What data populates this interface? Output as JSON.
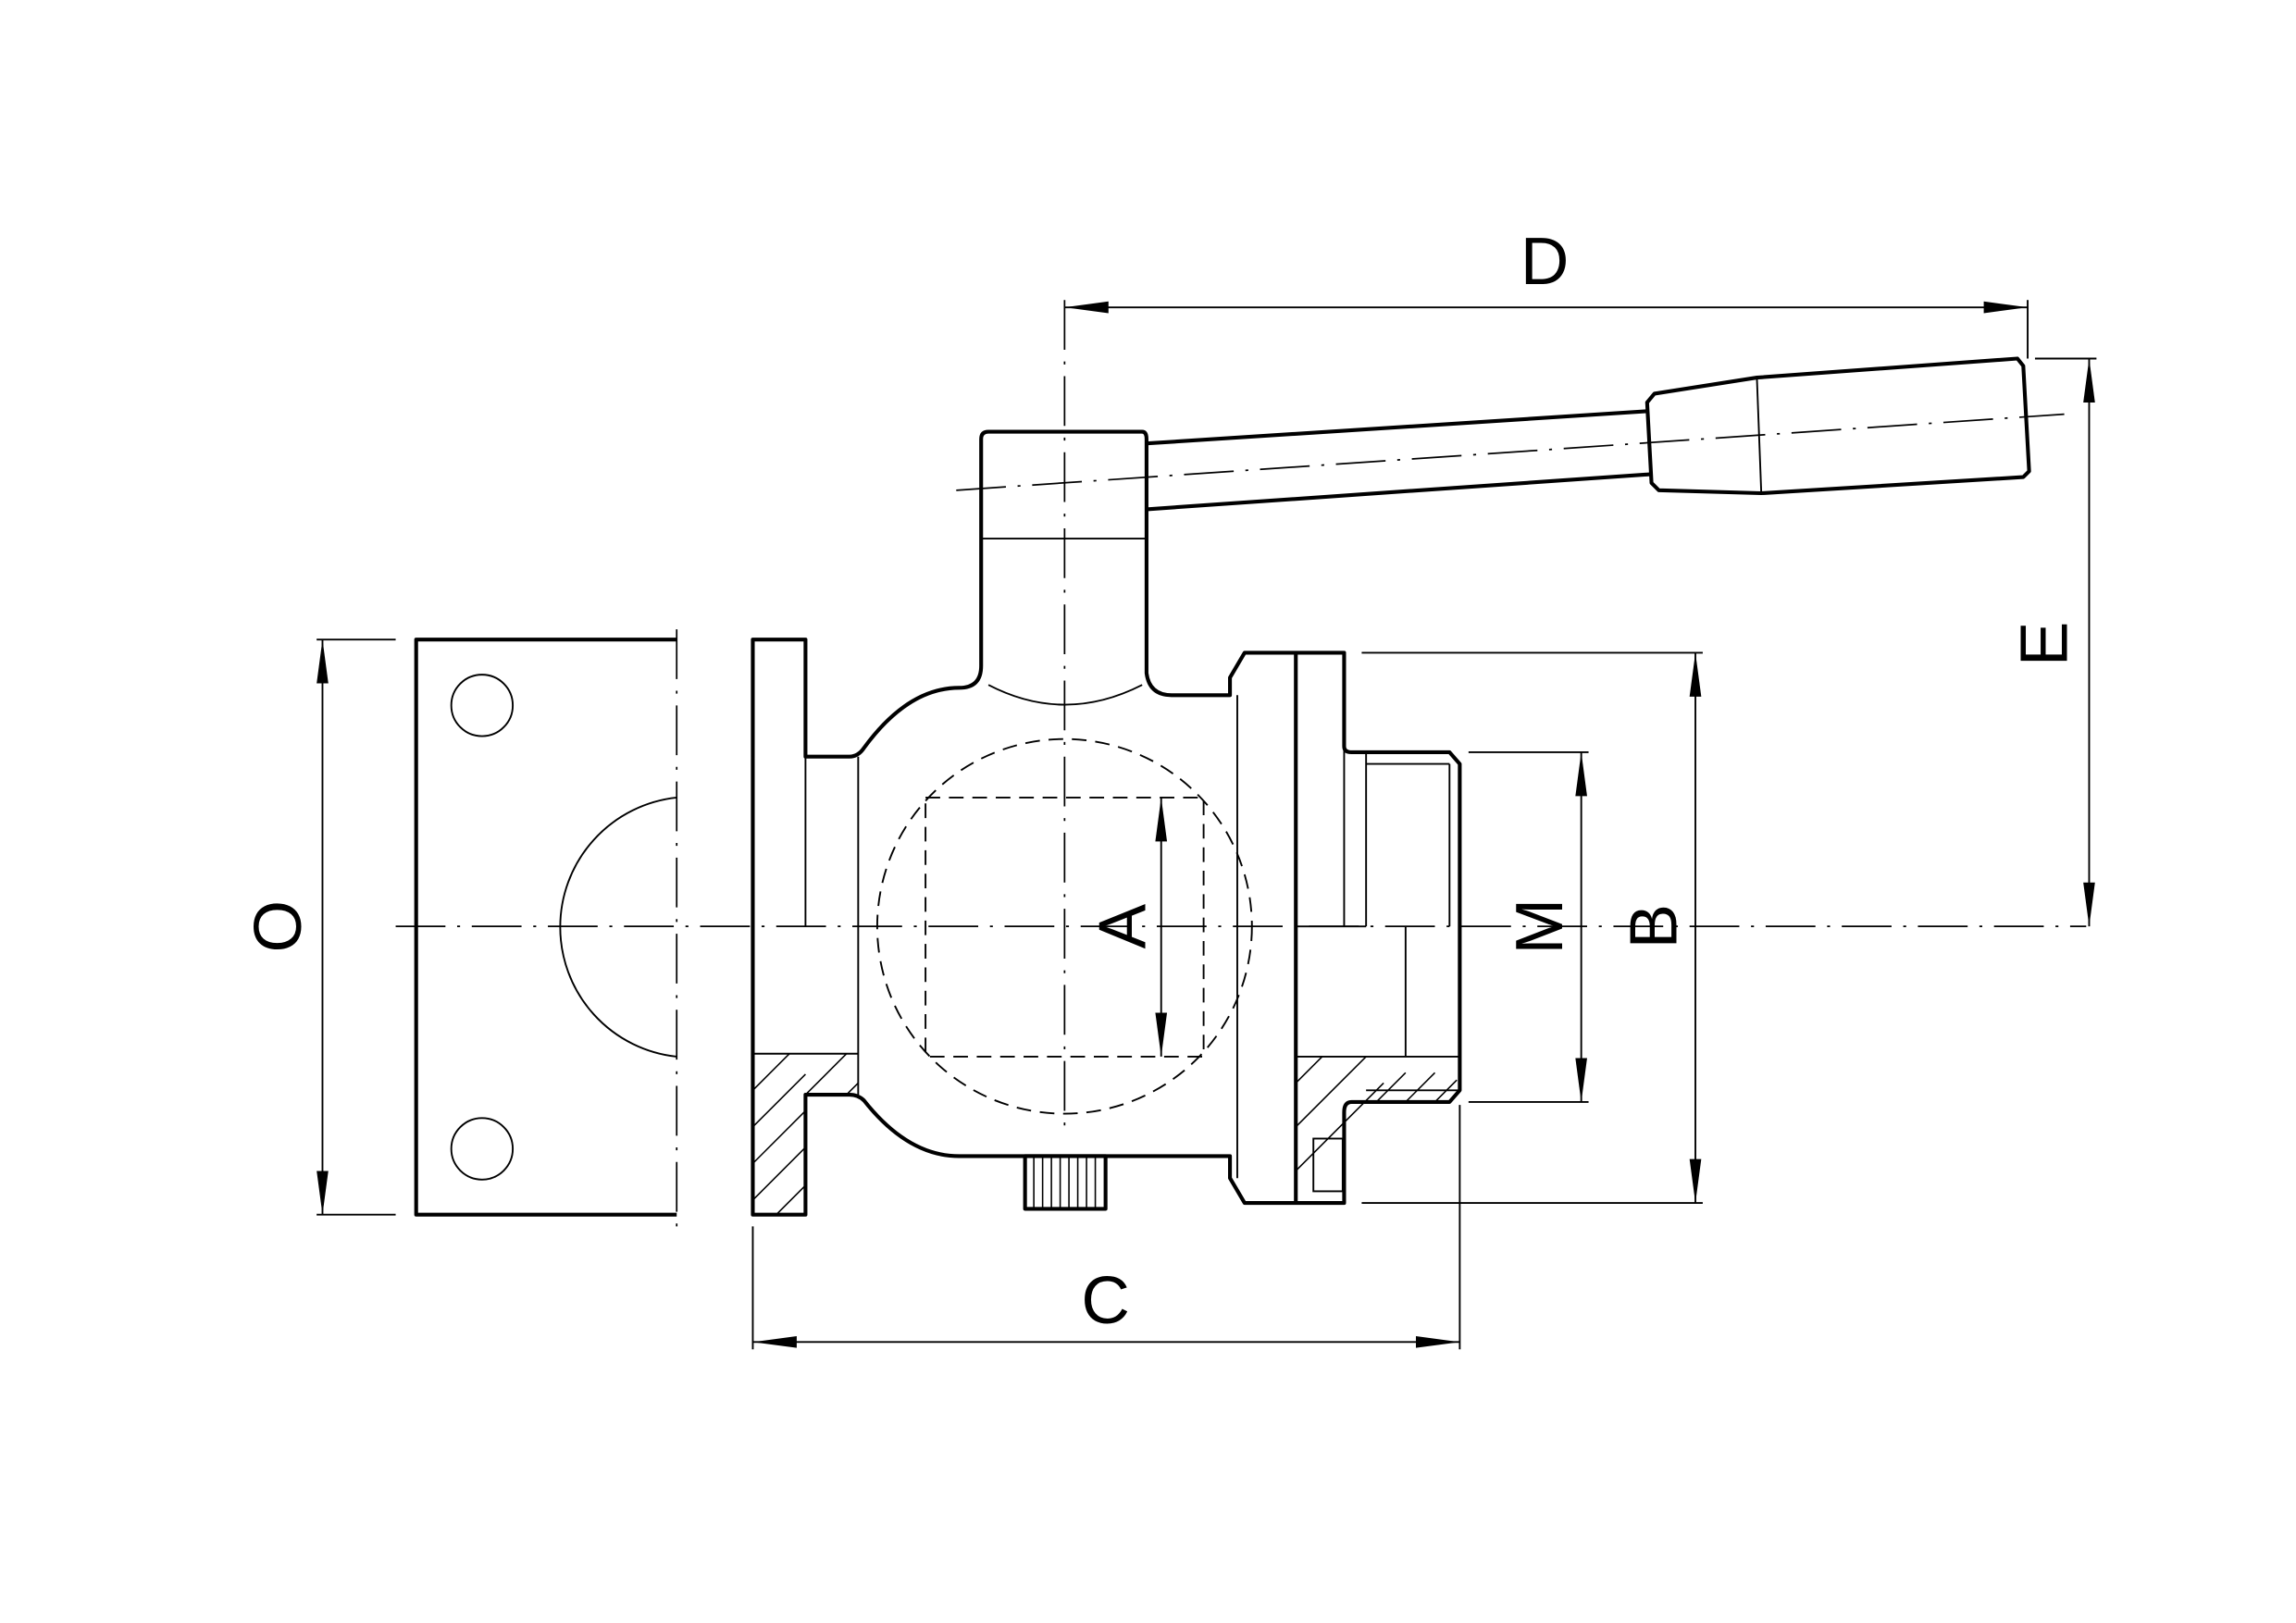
{
  "drawing": {
    "labels": {
      "d": "D",
      "e": "E",
      "o": "O",
      "a": "A",
      "m": "M",
      "b": "B",
      "c": "C"
    },
    "line_color": "#000000",
    "background": "#ffffff"
  }
}
